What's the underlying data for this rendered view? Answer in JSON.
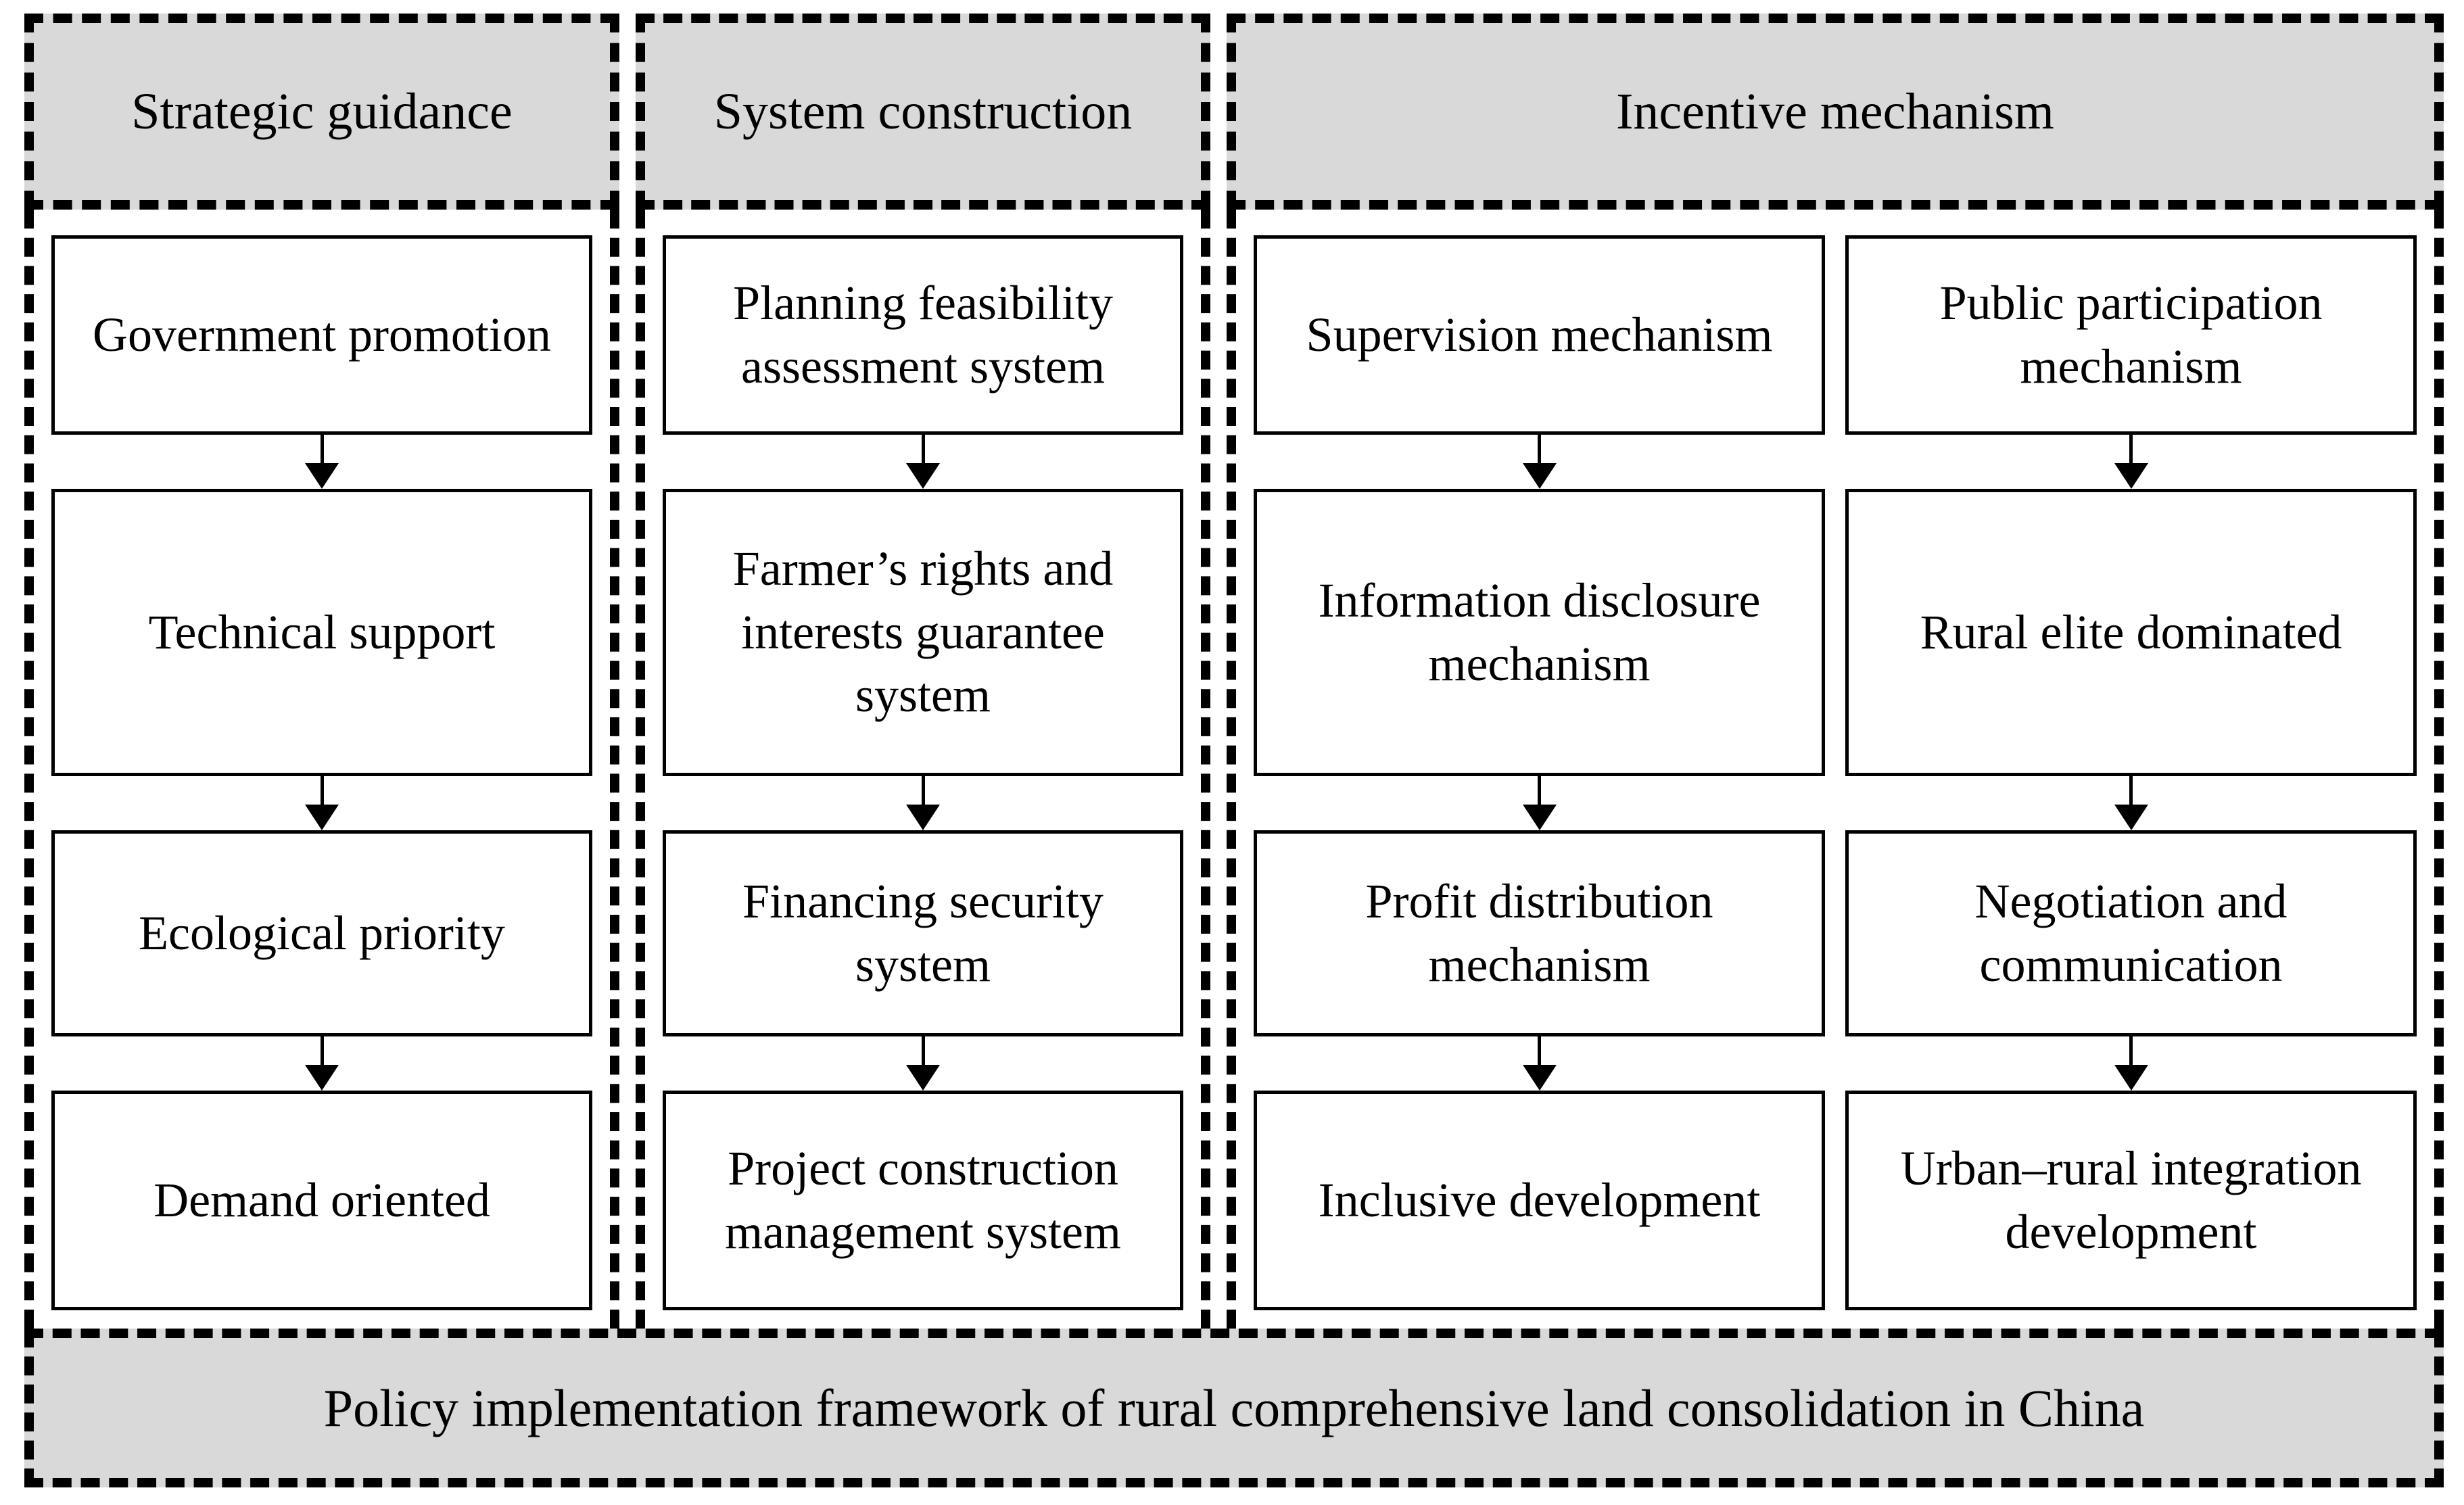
{
  "headers": {
    "strategic": "Strategic guidance",
    "system": "System construction",
    "incentive": "Incentive mechanism"
  },
  "columns": {
    "strategic": [
      "Government promotion",
      "Technical support",
      "Ecological priority",
      "Demand oriented"
    ],
    "system": [
      "Planning feasibility\nassessment system",
      "Farmer’s rights and\ninterests guarantee\nsystem",
      "Financing security\nsystem",
      "Project construction\nmanagement system"
    ],
    "incentive_left": [
      "Supervision mechanism",
      "Information disclosure\nmechanism",
      "Profit distribution\nmechanism",
      "Inclusive development"
    ],
    "incentive_right": [
      "Public participation\nmechanism",
      "Rural elite dominated",
      "Negotiation and\ncommunication",
      "Urban–rural integration\ndevelopment"
    ]
  },
  "footer": "Policy implementation framework of rural comprehensive land consolidation in China",
  "colors": {
    "header_bg": "#d9d9d9",
    "box_bg": "#ffffff",
    "line": "#000000"
  }
}
